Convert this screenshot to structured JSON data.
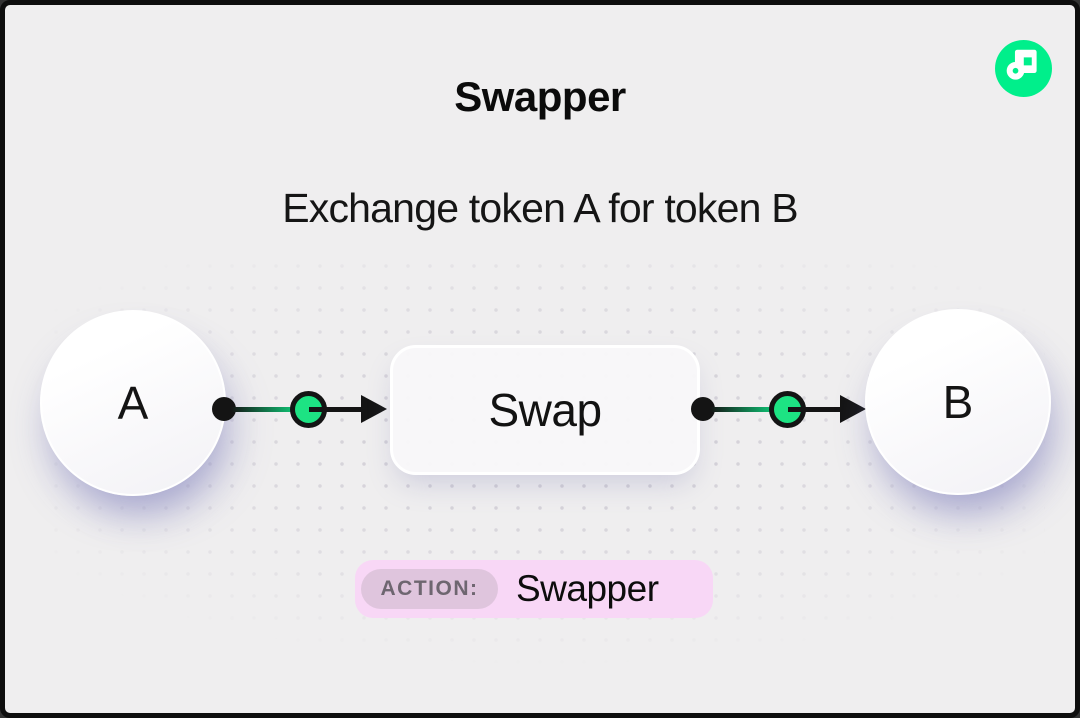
{
  "window": {
    "background": "#efeeef",
    "frame_border": "#0e0e0e"
  },
  "header": {
    "title": "Swapper",
    "subtitle": "Exchange token A for token B"
  },
  "brand": {
    "logo": "flow-logo",
    "logo_bg_color": "#00EF8B",
    "logo_glyph_color": "#ffffff"
  },
  "diagram": {
    "nodes": [
      {
        "id": "token-a",
        "shape": "circle",
        "label": "A"
      },
      {
        "id": "swap",
        "shape": "rounded-box",
        "label": "Swap"
      },
      {
        "id": "token-b",
        "shape": "circle",
        "label": "B"
      }
    ],
    "connections": [
      {
        "from": "token-a",
        "to": "swap"
      },
      {
        "from": "swap",
        "to": "token-b"
      }
    ],
    "connector_colors": {
      "green_node_fill": "#1de383",
      "stroke": "#141414"
    }
  },
  "action_badge": {
    "label": "ACTION:",
    "value": "Swapper",
    "colors": {
      "badge_bg": "#f8d7f6",
      "label_bg": "#dfc5dd",
      "label_text": "#6e6670",
      "value_text": "#0d0d0d"
    }
  }
}
